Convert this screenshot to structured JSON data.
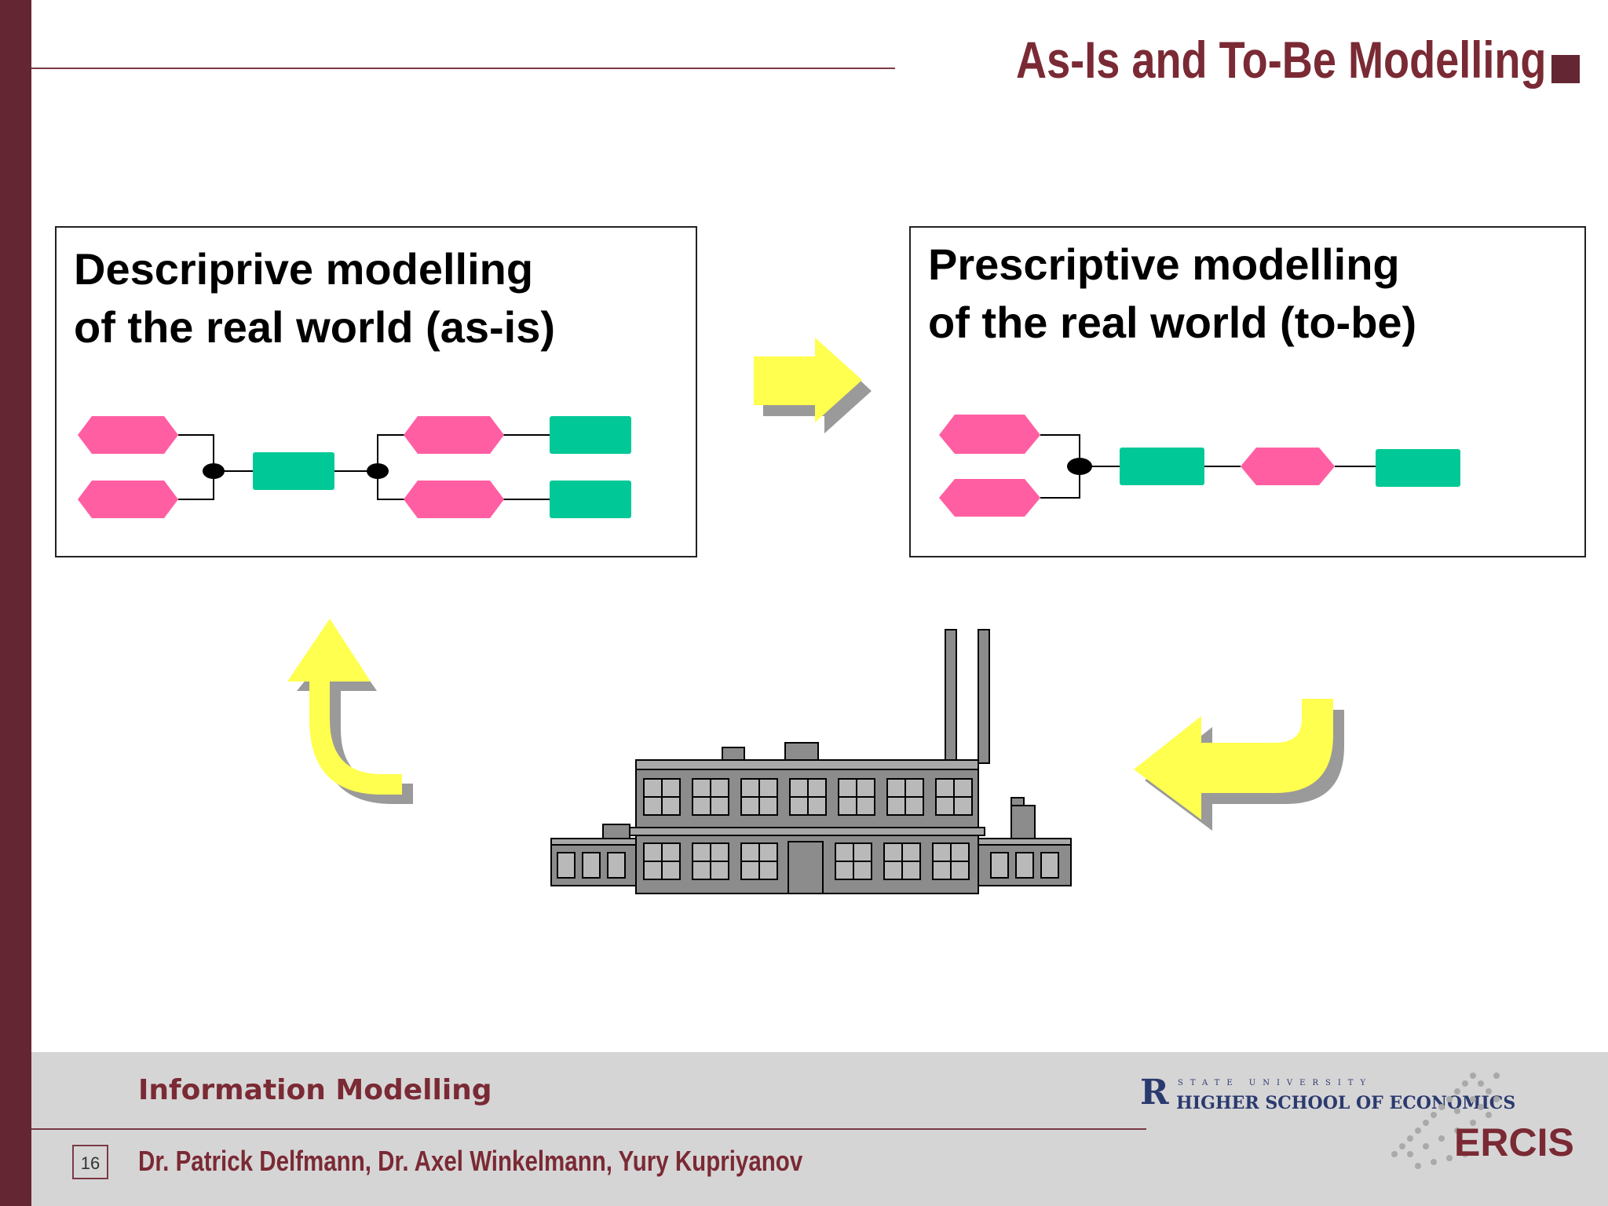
{
  "slide": {
    "title": "As-Is and To-Be Modelling",
    "accent_color": "#632632"
  },
  "as_is": {
    "heading_line1": "Descriprive modelling",
    "heading_line2": "of the real world (as-is)"
  },
  "to_be": {
    "heading_line1": "Prescriptive modelling",
    "heading_line2": "of the real world (to-be)"
  },
  "diagram_colors": {
    "event": "#ff5fa2",
    "function": "#00c896",
    "arrow": "#ffff4f",
    "factory": "#8c8c8c"
  },
  "icons": [
    "arrow-right-icon",
    "arrow-up-icon",
    "arrow-left-icon",
    "factory-icon"
  ],
  "footer": {
    "course": "Information Modelling",
    "page_number": "16",
    "authors": "Dr. Patrick Delfmann, Dr. Axel Winkelmann, Yury Kupriyanov",
    "university_line1": "STATE UNIVERSITY",
    "university_line2": "HIGHER SCHOOL OF ECONOMICS",
    "institute": "ERCIS"
  }
}
